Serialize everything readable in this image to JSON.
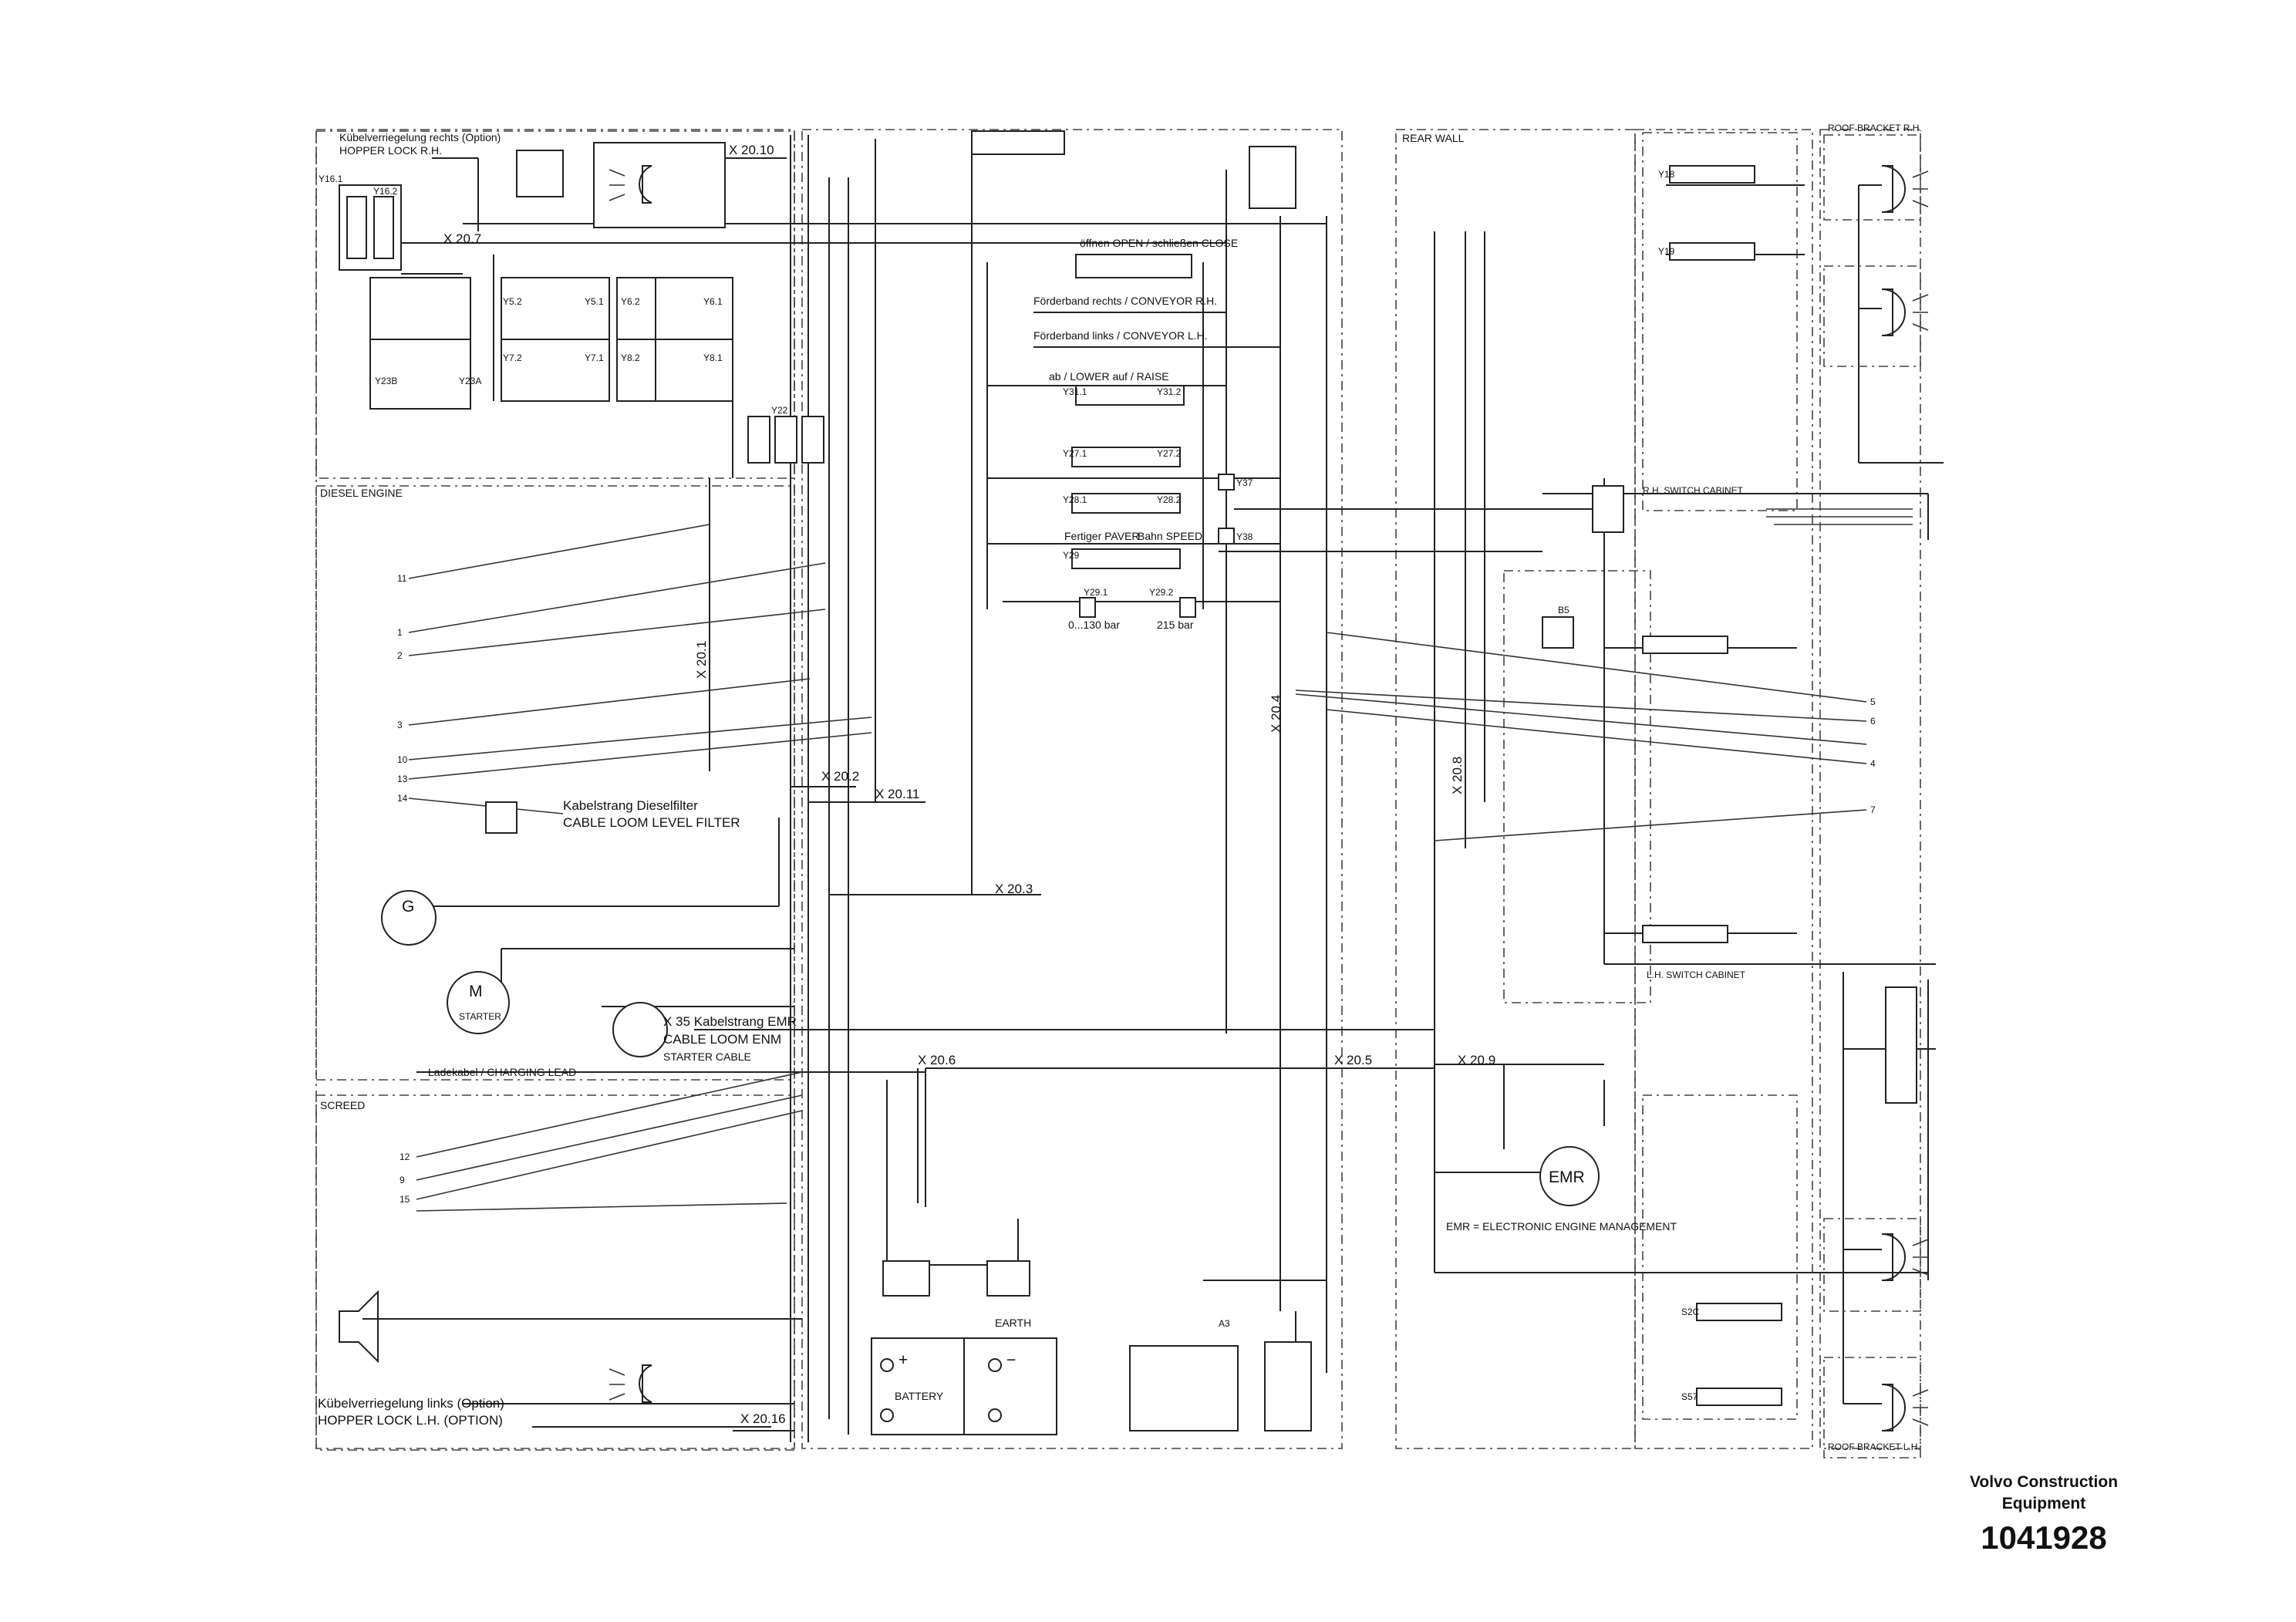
{
  "publisher": {
    "line1": "Volvo Construction",
    "line2": "Equipment"
  },
  "document_number": "1041928",
  "sections": {
    "engine": "DIESEL ENGINE",
    "screed": "SCREED",
    "rear_wall": "REAR WALL"
  },
  "labels": {
    "hopper_lock_rh_de": "Kübelverriegelung rechts (Option)",
    "hopper_lock_rh": "HOPPER LOCK R.H.",
    "hopper_lock_lh_de": "Kübelverriegelung links (Option)",
    "hopper_lock_lh": "HOPPER LOCK L.H. (OPTION)",
    "conveyor_rh": "Förderband rechts / CONVEYOR R.H.",
    "conveyor_lh": "Förderband links / CONVEYOR L.H.",
    "open_close": "öffnen OPEN / schließen CLOSE",
    "lower_raise": "ab / LOWER  auf / RAISE",
    "paver": "Fertiger PAVER",
    "speed": "Bahn SPEED",
    "pressure_1": "0...130 bar",
    "pressure_2": "215 bar",
    "cable_loom_diesel": "Kabelstrang Dieselfilter",
    "cable_loom_level": "CABLE LOOM LEVEL FILTER",
    "cable_loom_enm_de": "X 35 Kabelstrang EMR",
    "cable_loom_enm": "CABLE LOOM ENM",
    "starter_cable": "STARTER CABLE",
    "charging_lead": "Ladekabel / CHARGING LEAD",
    "battery": "BATTERY",
    "earth": "EARTH",
    "starter": "STARTER",
    "emr": "EMR",
    "emr_caption": "EMR = ELECTRONIC ENGINE MANAGEMENT",
    "alternator": "G",
    "motor": "M",
    "switch_cabinet_lh": "L.H. SWITCH CABINET",
    "switch_cabinet_rh": "R.H. SWITCH CABINET",
    "roof_bracket_rh": "ROOF BRACKET R.H.",
    "roof_bracket_lh": "ROOF BRACKET L.H."
  },
  "connectors": [
    "X 20.10",
    "X 20.7",
    "X 20.1",
    "X 20.2",
    "X 20.11",
    "X 20.3",
    "X 20.4",
    "X 20.6",
    "X 20.5",
    "X 20.8",
    "X 20.9",
    "X 20.16"
  ],
  "devices": [
    "Y16.1",
    "Y16.2",
    "Y5.2",
    "Y5.1",
    "Y6.2",
    "Y6.1",
    "Y7.2",
    "Y7.1",
    "Y8.2",
    "Y8.1",
    "Y23B",
    "Y23A",
    "Y22",
    "Y31.1",
    "Y31.2",
    "Y27.1",
    "Y27.2",
    "Y28.1",
    "Y28.2",
    "Y29",
    "Y29.1",
    "Y29.2",
    "Y18",
    "Y19",
    "Y37",
    "Y38",
    "S2C",
    "S57",
    "B5",
    "A3"
  ],
  "wire_numbers": [
    "11",
    "1",
    "2",
    "3",
    "10",
    "13",
    "14",
    "12",
    "9",
    "15",
    "5",
    "6",
    "4",
    "7"
  ],
  "colors": {
    "line": "#222222",
    "background": "#ffffff"
  }
}
